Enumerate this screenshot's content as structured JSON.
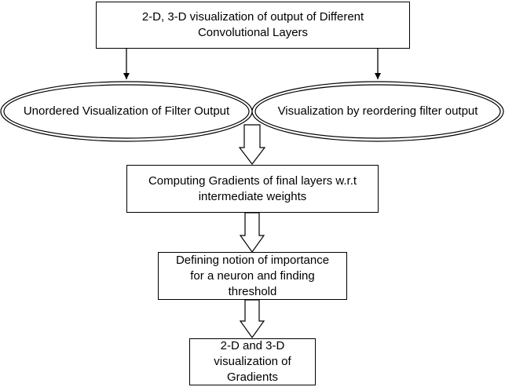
{
  "diagram": {
    "top_box": "2-D, 3-D visualization of output of Different\nConvolutional Layers",
    "left_oval": "Unordered Visualization of  Filter Output",
    "right_oval": "Visualization by reordering filter output",
    "gradients_box": "Computing Gradients of final layers w.r.t\nintermediate weights",
    "importance_box": "Defining notion of importance\nfor a neuron and finding\nthreshold",
    "final_box": "2-D and 3-D\nvisualization of\nGradients"
  }
}
